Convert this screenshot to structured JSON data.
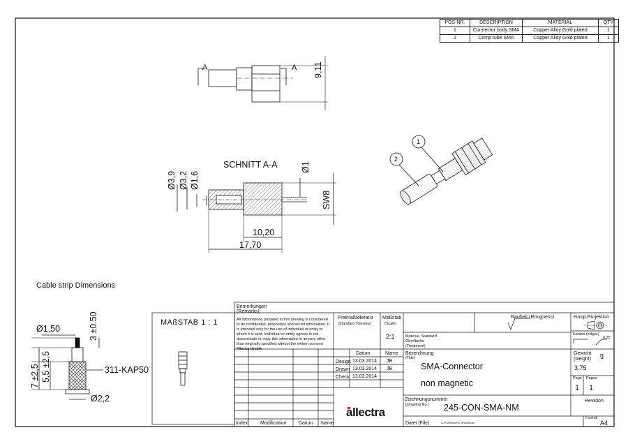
{
  "bom": {
    "headers": [
      "POS-NR.",
      "DESCRIPTION",
      "MATERIAL",
      "QTY"
    ],
    "rows": [
      [
        "1",
        "Connector body SMA",
        "Copper Alloy Gold plated",
        "1"
      ],
      [
        "2",
        "Crimp tube SMA",
        "Copper Alloy Gold plated",
        "1"
      ]
    ]
  },
  "views": {
    "section_arrow": "A",
    "section_title": "SCHNITT A-A",
    "dim_height": "9,11",
    "dim_d39": "Ø3,9",
    "dim_d32": "Ø3,2",
    "dim_d16": "Ø1,6",
    "dim_d1": "Ø1",
    "dim_sw8": "SW8",
    "dim_1020": "10,20",
    "dim_1770": "17,70",
    "balloon_1": "1",
    "balloon_2": "2"
  },
  "cable": {
    "title": "Cable strip Dimensions",
    "d150": "Ø1,50",
    "d22": "Ø2,2",
    "len_3": "3 ±0.50",
    "len_55": "5,5 ±2,5",
    "len_7": "7 ±2,5",
    "part": "311-KAP50"
  },
  "title_block": {
    "scale_label": "MAßSTAB 1 : 1",
    "remarks": "Bemerkungen",
    "remarks_en": "(Remarks)",
    "confidential": "All informations provided in this drawing is considered to be confidential, proprietary and secret information. It is intended only for the use of individual or entity to whom it is sent. Individual or entity agrees to not disseminate or copy this information to anyone other than originally specified without the written consent Allectra GmbH.",
    "tolerance": "Freimaßtoleranz",
    "tolerance_en": "(Standard Toleranz)",
    "mass_stab": "Maßstab",
    "scale_en": "(Scale)",
    "scale_val": "2:1",
    "roughness": "Rauheit (Rougness)",
    "projection": "europ.Projektion",
    "edges": "Kanten (edges)",
    "edge_val1": "0,25",
    "material_lbl": "Material, Standard",
    "surface_lbl": "Oberfläche",
    "treatment_lbl": "(Treatment)",
    "weight_lbl": "Gewicht",
    "weight_en": "(weight)",
    "weight_unit": "g",
    "weight_val": "3.75",
    "page_lbl": "Page",
    "pages_lbl": "Pages",
    "page_val": "1",
    "pages_val": "1",
    "datum_hdr": "Datum",
    "name_hdr": "Name",
    "design_lbl": "Design",
    "drawn_lbl": "Drawn",
    "check_lbl": "Check",
    "design_date": "13.03.2014",
    "drawn_date": "13.03.2014",
    "check_date": "13.03.2014",
    "design_name": "JB",
    "drawn_name": "JB",
    "bezeichnung": "Bezeichnung",
    "title_en": "(Title)",
    "title1": "SMA-Connector",
    "title2": "non magnetic",
    "zeichnungsnummer": "Zeichnungsnummer",
    "drawing_no_en": "(Drawing No.)",
    "drawing_no": "245-CON-SMA-NM",
    "revision": "Revision",
    "datei": "Datei (File)",
    "file_path": "C:\\PDMStore\\C:\\PDMStore",
    "format_lbl": "Format",
    "format_val": "A4",
    "logo": "allectra",
    "rev_index": "Index",
    "rev_mod": "Modification",
    "rev_datum": "Datum",
    "rev_name": "Name"
  }
}
